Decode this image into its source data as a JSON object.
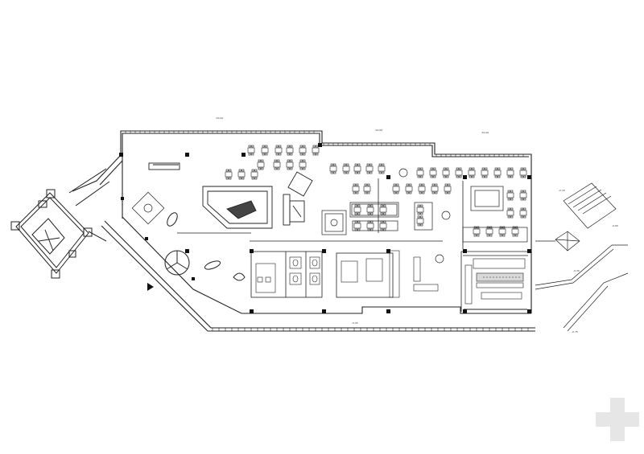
{
  "plan": {
    "stroke_color": "#222222",
    "fill_color": "#ffffff",
    "wall_color": "#111111",
    "watermark_color": "#e6e6e6",
    "watermark_icon": "plus-cross-icon",
    "north_arrow_icon": "triangle-marker-icon",
    "level_labels": {
      "top_left": "±0.00",
      "top_mid": "±0.00",
      "top_right": "±0.00",
      "right_upper": "-0.30",
      "right_stair": "-0.60",
      "right_mid": "-0.30",
      "right_lower": "-0.75",
      "bottom_mid": "-0.05"
    }
  }
}
